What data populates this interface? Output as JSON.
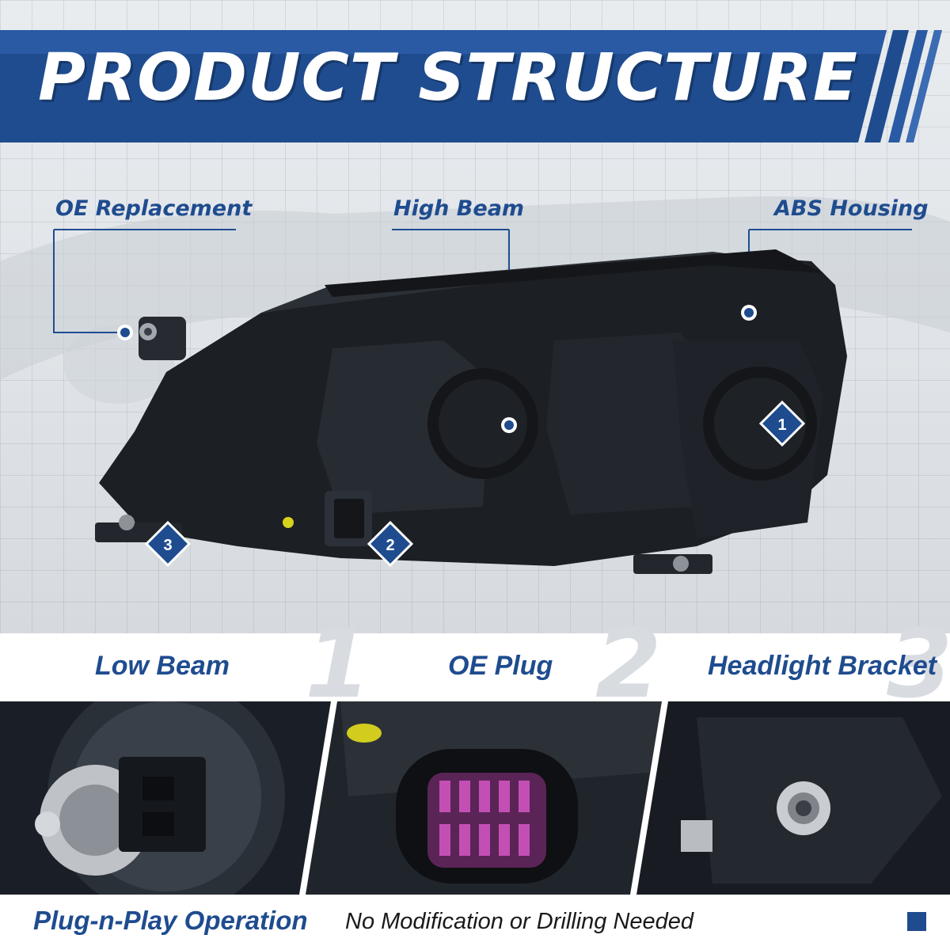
{
  "title": "PRODUCT STRUCTURE",
  "callouts": {
    "oe_replacement": "OE Replacement",
    "high_beam": "High Beam",
    "abs_housing": "ABS Housing"
  },
  "markers": [
    "1",
    "2",
    "3"
  ],
  "features": [
    {
      "number": "1",
      "label": "Low Beam"
    },
    {
      "number": "2",
      "label": "OE Plug"
    },
    {
      "number": "3",
      "label": "Headlight Bracket"
    }
  ],
  "footer": {
    "highlight": "Plug-n-Play Operation",
    "note": "No Modification or Drilling Needed"
  },
  "colors": {
    "brand_blue": "#1f4c8f",
    "dark_blue": "#163b73",
    "housing": "#1c1f24"
  }
}
